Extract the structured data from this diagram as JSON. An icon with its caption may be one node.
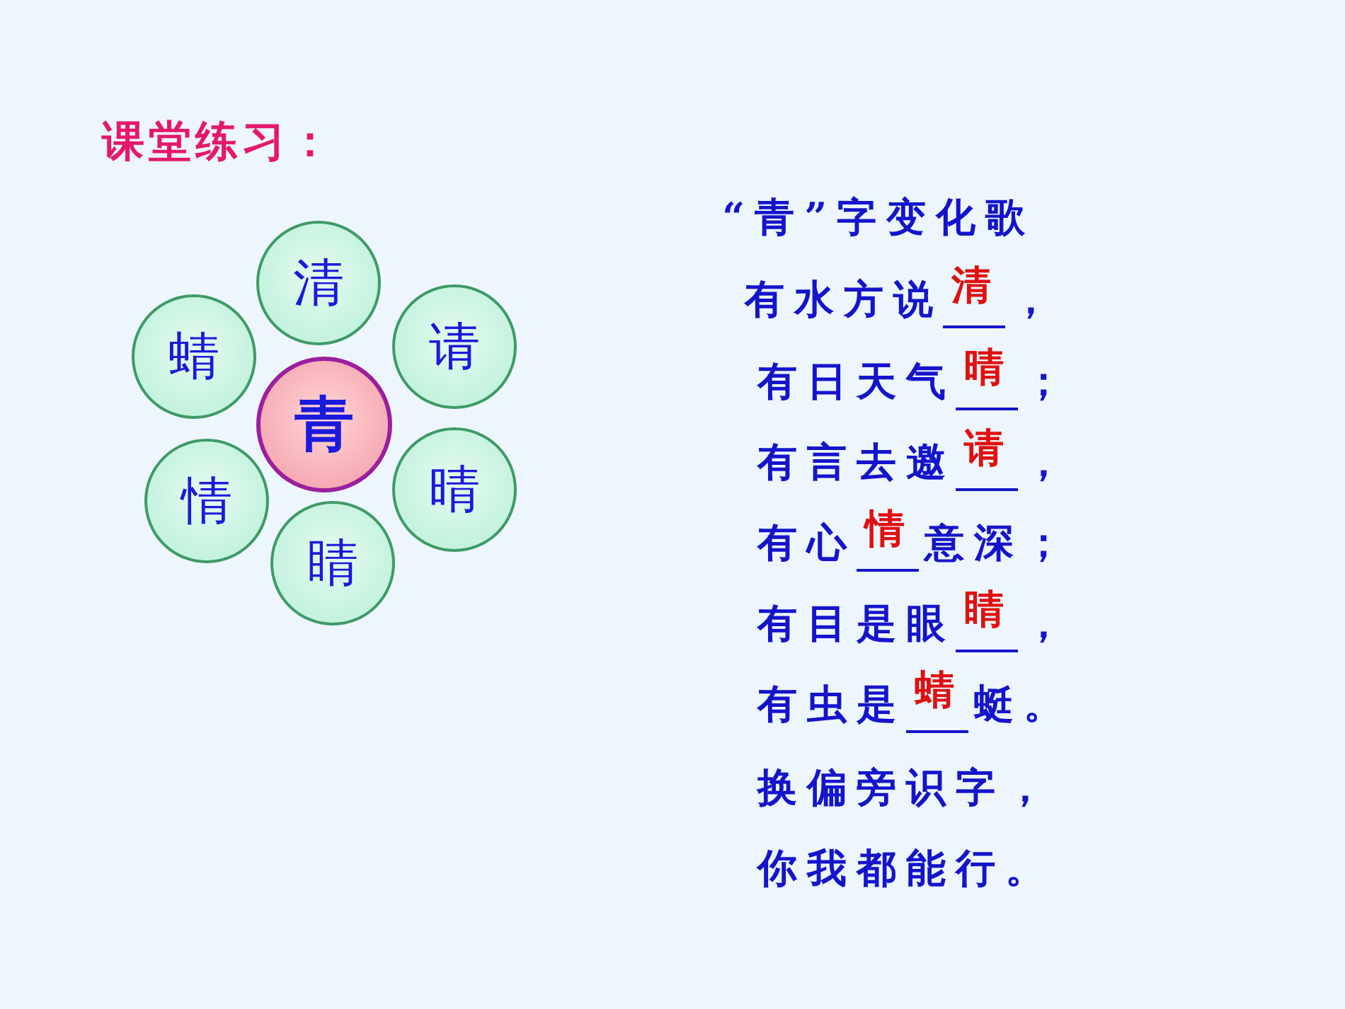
{
  "diagram": {
    "title": "课堂练习：",
    "nodes": [
      {
        "text": [
          "清"
        ]
      },
      {
        "text": [
          "蜻"
        ]
      },
      {
        "text": [
          "请"
        ]
      },
      {
        "text": [
          "青"
        ]
      },
      {
        "text": [
          "情"
        ]
      },
      {
        "text": [
          "晴"
        ]
      },
      {
        "text": [
          "睛"
        ]
      }
    ],
    "edges": [],
    "labels": [
      "“青”字变化歌",
      "有水方说",
      "清",
      "，",
      "有日天气",
      "晴",
      "；",
      "有言去邀",
      "请",
      "，",
      "有心",
      "情",
      "意深；",
      "有目是眼",
      "睛",
      "，",
      "有虫是",
      "蜻",
      "蜓。",
      "换偏旁识字，",
      "你我都能行。"
    ]
  }
}
